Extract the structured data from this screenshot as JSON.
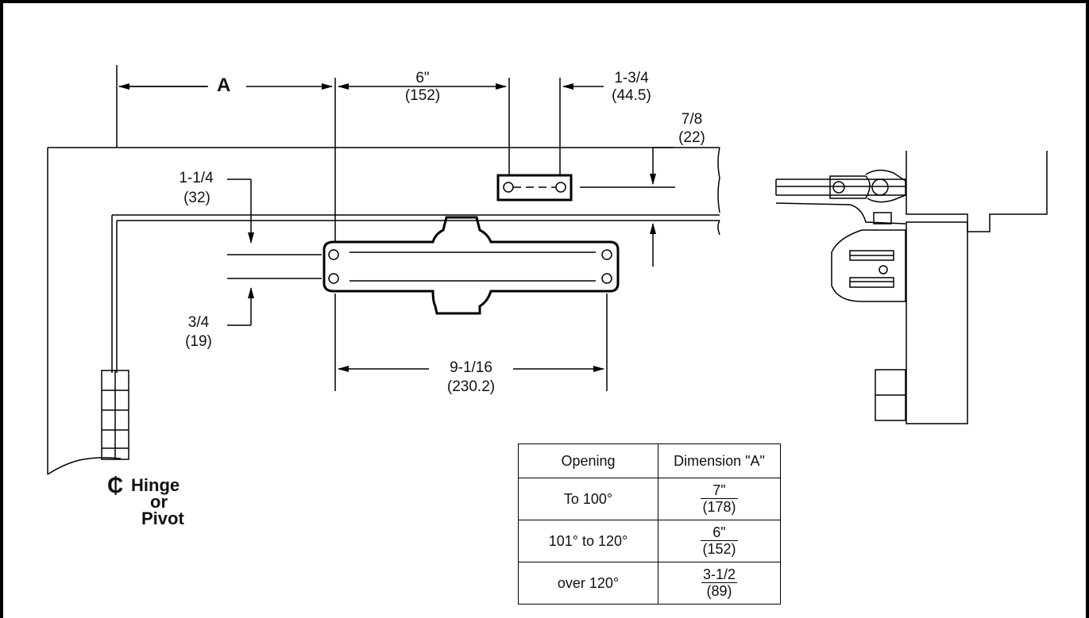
{
  "dimensions": {
    "a": "A",
    "six_in": "6\"",
    "six_mm": "(152)",
    "one_three_quarter": "1-3/4",
    "one_three_quarter_mm": "(44.5)",
    "seven_eighths": "7/8",
    "seven_eighths_mm": "(22)",
    "one_one_quarter": "1-1/4",
    "one_one_quarter_mm": "(32)",
    "three_quarter": "3/4",
    "three_quarter_mm": "(19)",
    "nine_sixteenths": "9-1/16",
    "nine_sixteenths_mm": "(230.2)"
  },
  "hinge_label": {
    "symbol": "₵",
    "line1": "Hinge",
    "line2": "or",
    "line3": "Pivot"
  },
  "table": {
    "headers": [
      "Opening",
      "Dimension \"A\""
    ],
    "rows": [
      {
        "opening": "To 100°",
        "dim_in": "7\"",
        "dim_mm": "(178)"
      },
      {
        "opening": "101° to 120°",
        "dim_in": "6\"",
        "dim_mm": "(152)"
      },
      {
        "opening": "over 120°",
        "dim_in": "3-1/2",
        "dim_mm": "(89)"
      }
    ]
  }
}
